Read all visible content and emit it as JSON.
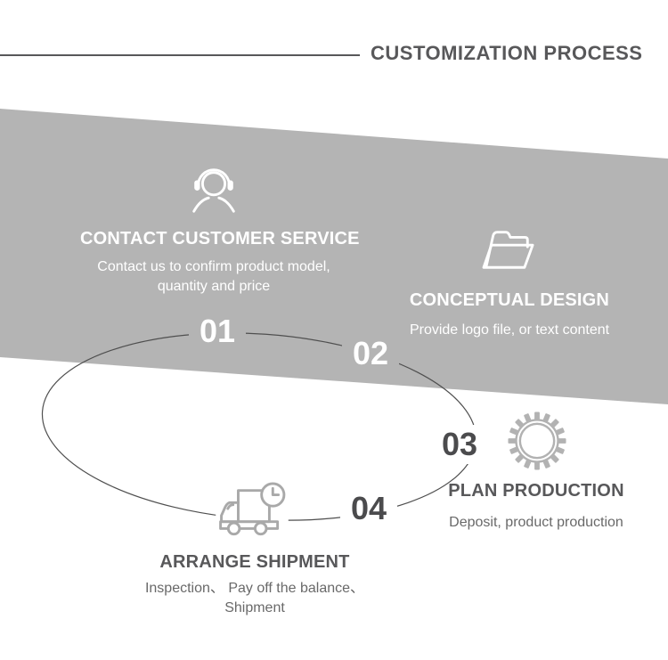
{
  "header": {
    "title": "CUSTOMIZATION PROCESS"
  },
  "steps": [
    {
      "number": "01",
      "title": "CONTACT CUSTOMER SERVICE",
      "description": "Contact us to confirm product model, quantity and price",
      "icon": "headset-icon"
    },
    {
      "number": "02",
      "title": "CONCEPTUAL DESIGN",
      "description": "Provide logo file, or text content",
      "icon": "open-folder-icon"
    },
    {
      "number": "03",
      "title": "PLAN PRODUCTION",
      "description": "Deposit, product production",
      "icon": "gear-icon"
    },
    {
      "number": "04",
      "title": "ARRANGE SHIPMENT",
      "description": "Inspection、 Pay off the balance、 Shipment",
      "icon": "delivery-truck-clock-icon"
    }
  ],
  "colors": {
    "band": "#b4b4b4",
    "line": "#4f4f4f",
    "dark": "#58585a",
    "desc": "#696969",
    "num": "#4b4b4d",
    "icon": "#a9a9a9",
    "gear": "#b2b2b2",
    "white": "#ffffff"
  }
}
